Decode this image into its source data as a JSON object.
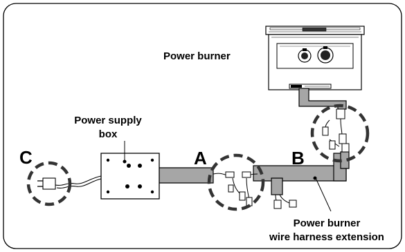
{
  "labels": {
    "power_burner": "Power burner",
    "power_supply_line1": "Power supply",
    "power_supply_line2": "box",
    "letter_a": "A",
    "letter_b": "B",
    "letter_c": "C",
    "harness_line1": "Power burner",
    "harness_line2": "wire harness extension"
  },
  "colors": {
    "harness_fill": "#a6a6a6",
    "stroke": "#000000",
    "frame": "#000000",
    "background": "#ffffff"
  }
}
